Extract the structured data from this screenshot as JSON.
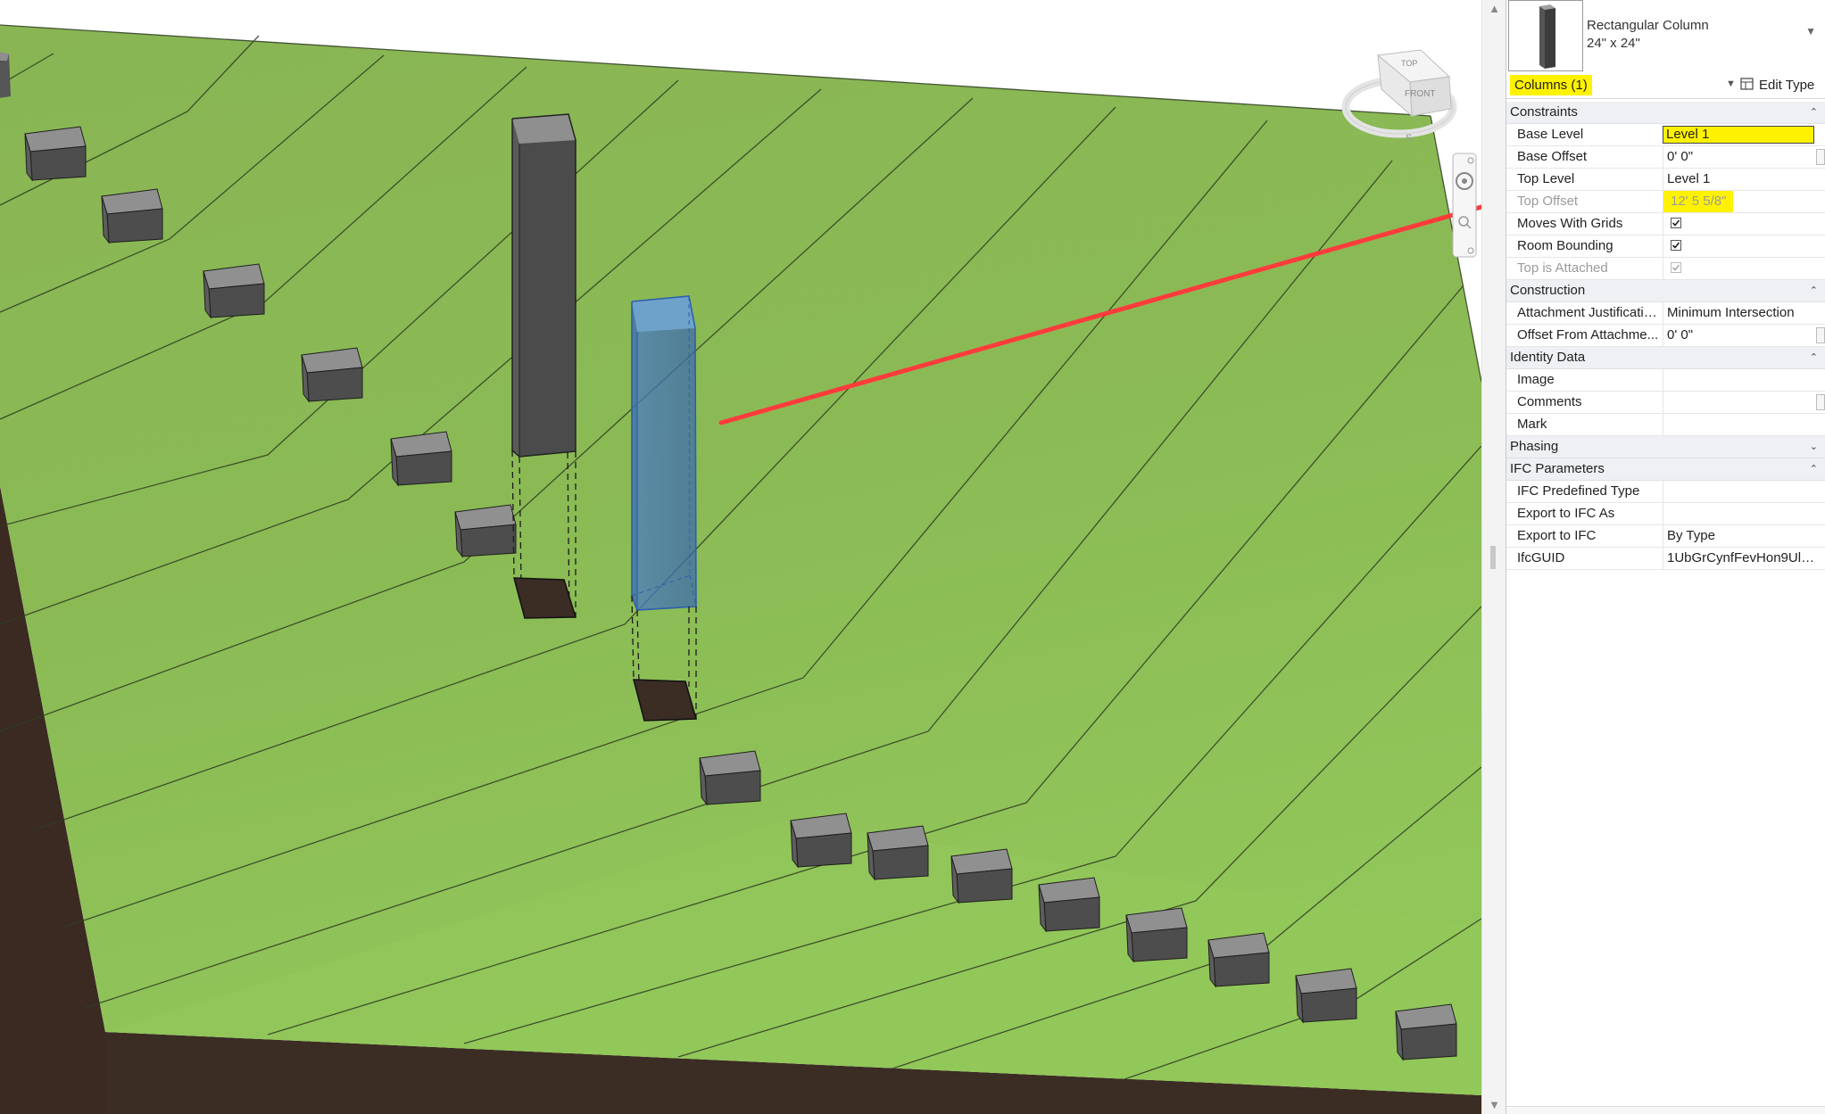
{
  "type_selector": {
    "name_line1": "Rectangular Column",
    "name_line2": "24\" x 24\""
  },
  "category": {
    "label": "Columns (1)",
    "edit_type_label": "Edit Type"
  },
  "viewcube": {
    "top": "TOP",
    "front": "FRONT",
    "compass_s": "S"
  },
  "colors": {
    "highlight": "#fff200",
    "terrain": "#8ab953",
    "selected_column": "#4a78b8",
    "arrow": "#ff3b3b"
  },
  "properties": {
    "constraints": {
      "label": "Constraints",
      "base_level_label": "Base Level",
      "base_level_value": "Level 1",
      "base_offset_label": "Base Offset",
      "base_offset_value": "0'  0\"",
      "top_level_label": "Top Level",
      "top_level_value": "Level 1",
      "top_offset_label": "Top Offset",
      "top_offset_value": "12'  5 5/8\"",
      "moves_with_grids_label": "Moves With Grids",
      "moves_with_grids_checked": true,
      "room_bounding_label": "Room Bounding",
      "room_bounding_checked": true,
      "top_attached_label": "Top is Attached",
      "top_attached_checked": true
    },
    "construction": {
      "label": "Construction",
      "attach_just_label": "Attachment Justificatio...",
      "attach_just_value": "Minimum Intersection",
      "offset_attach_label": "Offset From Attachme...",
      "offset_attach_value": "0'  0\""
    },
    "identity": {
      "label": "Identity Data",
      "image_label": "Image",
      "comments_label": "Comments",
      "mark_label": "Mark"
    },
    "phasing": {
      "label": "Phasing"
    },
    "ifc": {
      "label": "IFC Parameters",
      "predefined_label": "IFC Predefined Type",
      "export_as_label": "Export to IFC As",
      "export_label": "Export to IFC",
      "export_value": "By Type",
      "guid_label": "IfcGUID",
      "guid_value": "1UbGrCynfFevHon9Ulp..."
    }
  }
}
